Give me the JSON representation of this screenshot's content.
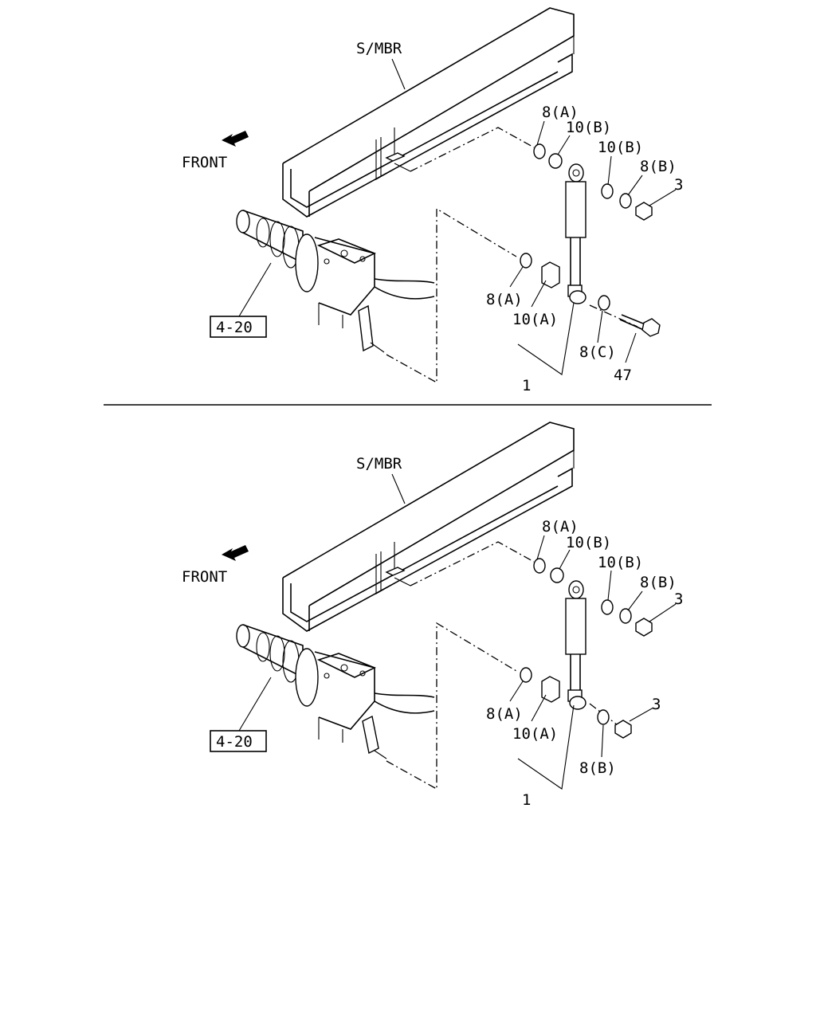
{
  "top": {
    "member_label": "S/MBR",
    "front_label": "FRONT",
    "ref_box": "4-20",
    "callouts": {
      "washer_a_upper": "8(A)",
      "bush_b_upper": "10(B)",
      "bush_b_right": "10(B)",
      "washer_b_right": "8(B)",
      "nut_upper": "3",
      "washer_a_lower": "8(A)",
      "bush_a_lower": "10(A)",
      "washer_c_lower": "8(C)",
      "bolt_lower": "47",
      "assembly": "1"
    }
  },
  "bottom": {
    "member_label": "S/MBR",
    "front_label": "FRONT",
    "ref_box": "4-20",
    "callouts": {
      "washer_a_upper": "8(A)",
      "bush_b_upper": "10(B)",
      "bush_b_right": "10(B)",
      "washer_b_right": "8(B)",
      "nut_upper": "3",
      "washer_a_lower": "8(A)",
      "bush_a_lower": "10(A)",
      "washer_b_lower": "8(B)",
      "nut_lower": "3",
      "assembly": "1"
    }
  }
}
